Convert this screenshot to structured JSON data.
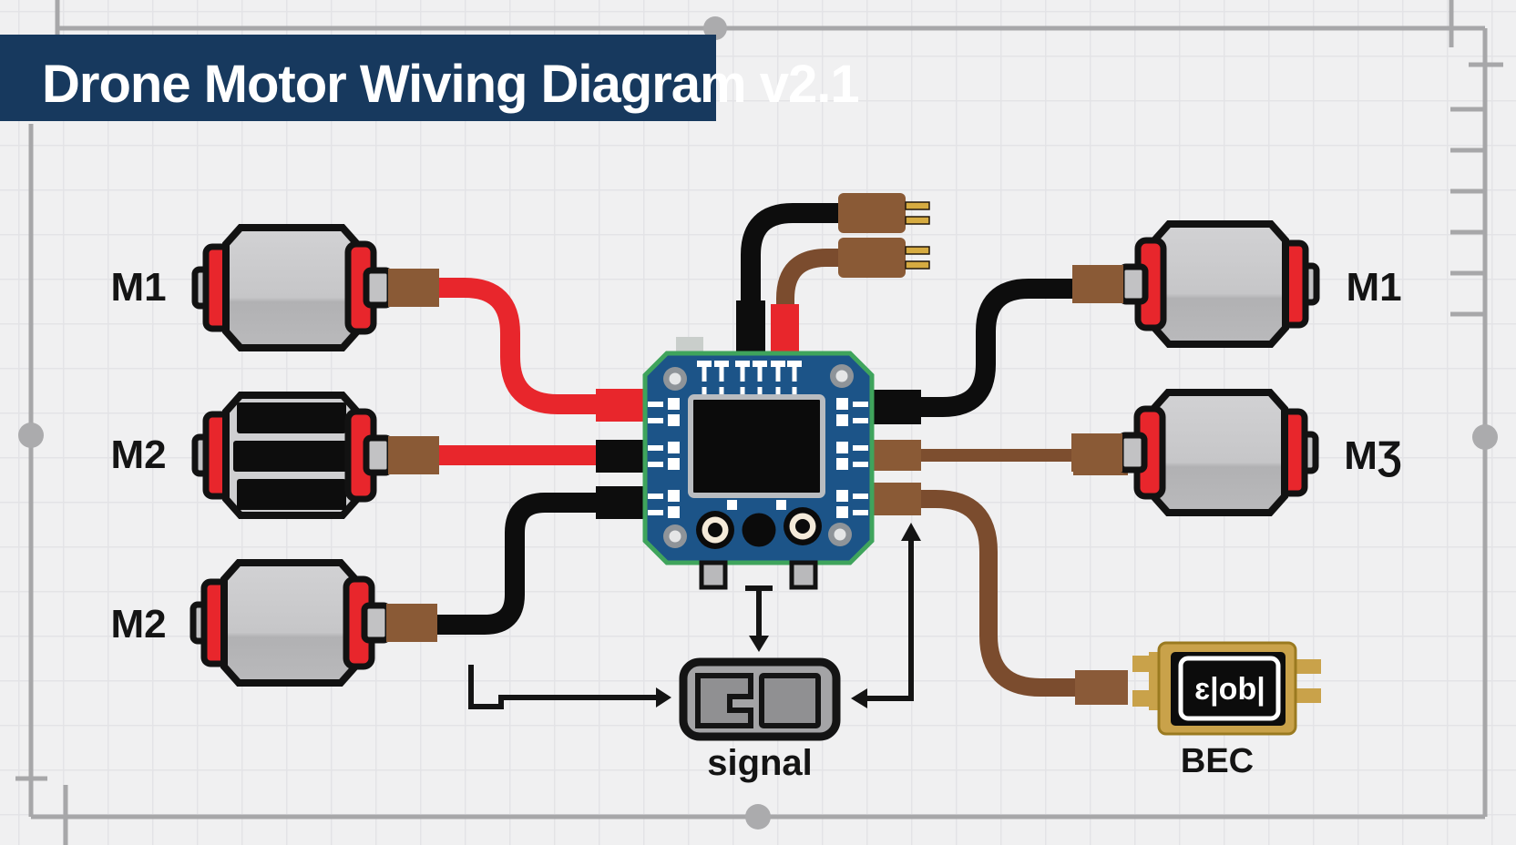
{
  "diagram": {
    "title": "Drone Motor Wiving Diagram v2.1",
    "motor_labels_left": [
      "M1",
      "M2",
      "M2"
    ],
    "motor_labels_right": [
      "M1",
      "MƷ"
    ],
    "signal_label": "signal",
    "bec_label": "BEC",
    "bec_screen_glyphs": "ɛ|ob|"
  },
  "colors": {
    "background": "#f0f0f1",
    "grid_line": "#e3e3e6",
    "frame_gray": "#a7a7a9",
    "banner_bg": "#17395e",
    "banner_text": "#ffffff",
    "wire_red": "#e8262c",
    "wire_black": "#0d0d0d",
    "wire_brown_dark": "#7b4c2e",
    "wire_brown": "#7d4e2f",
    "connector_brown": "#8a5a36",
    "gold_pin": "#d6ab41",
    "board_blue": "#1c5488",
    "board_edge_green": "#3fa45c",
    "chip_black": "#0b0b0b",
    "pad_white": "#ffffff",
    "motor_gray": "#c8c8ca",
    "motor_band_red": "#e8262c",
    "signal_gray": "#a4a4a6",
    "bec_gold": "#c9a24a"
  }
}
